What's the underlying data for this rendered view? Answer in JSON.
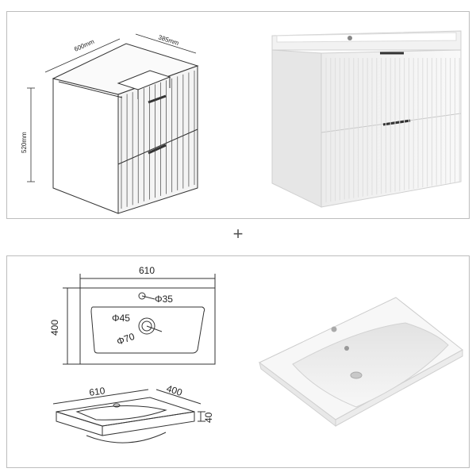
{
  "cabinet_dims": {
    "width": "600mm",
    "depth": "385mm",
    "height": "520mm"
  },
  "separator": "+",
  "basin_dims": {
    "width": "610",
    "depth": "400",
    "tap_hole": "Φ35",
    "drain_inner": "Φ45",
    "drain_outer": "Φ70",
    "iso_width": "610",
    "iso_depth": "400",
    "thickness": "40"
  }
}
